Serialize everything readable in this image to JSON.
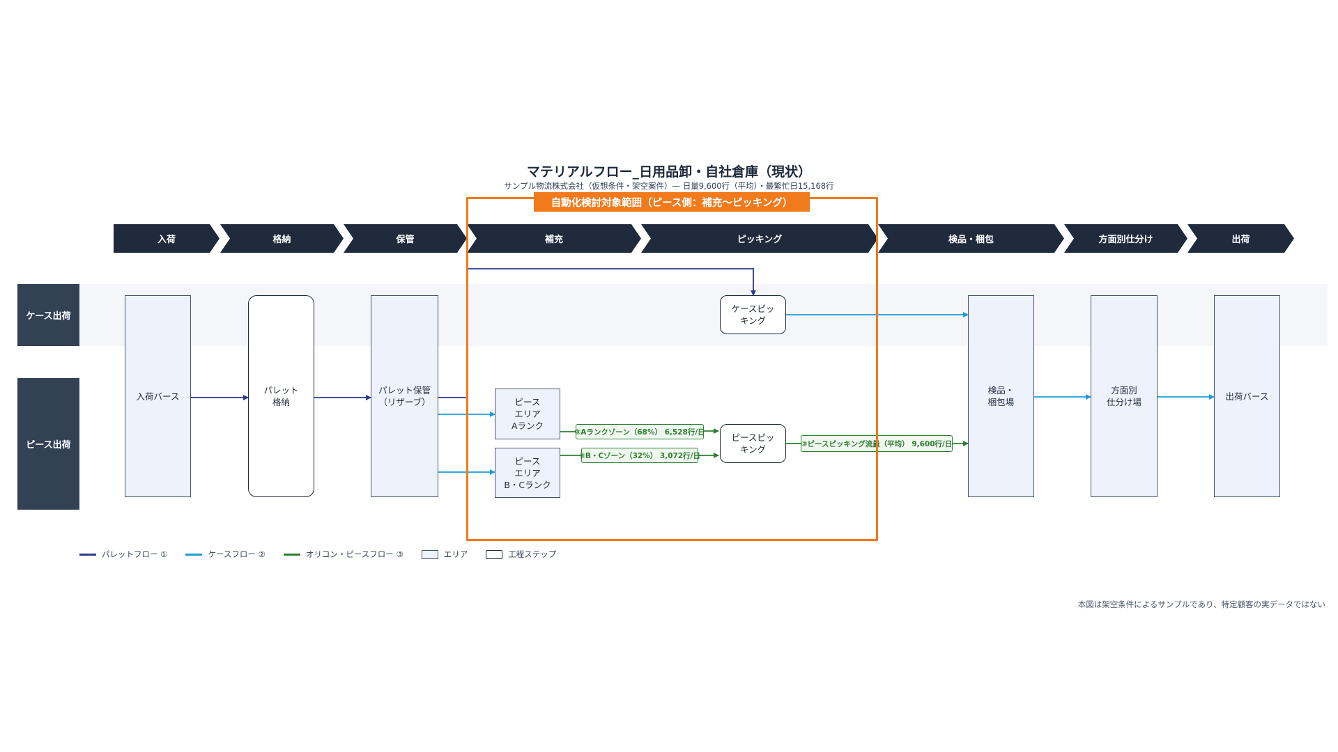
{
  "title": "マテリアルフロー_日用品卸・自社倉庫（現状）",
  "subtitle": "サンプル物流株式会社（仮想条件・架空案件）— 日量9,600行（平均）・最繁忙日15,168行",
  "scope_label": "自動化検討対象範囲（ピース側：補充〜ピッキング）",
  "phases": [
    "入荷",
    "格納",
    "保管",
    "補充",
    "ピッキング",
    "検品・梱包",
    "方面別仕分け",
    "出荷"
  ],
  "lanes": {
    "case": "ケース出荷",
    "piece": "ピース出荷"
  },
  "nodes": {
    "receiving_berth": "入荷バース",
    "pallet_putaway": "パレット\n格納",
    "pallet_storage": "パレット保管\n（リザーブ）",
    "piece_area_a": "ピース\nエリア\nAランク",
    "piece_area_bc": "ピース\nエリア\nB・Cランク",
    "case_picking": "ケースピッ\nキング",
    "piece_picking": "ピースピッ\nキング",
    "inspection_packing": "検品・\n梱包場",
    "sorting_area": "方面別\n仕分け場",
    "shipping_berth": "出荷バース"
  },
  "flow_labels": {
    "a_zone": "③Aランクゾーン（68%） 6,528行/日",
    "bc_zone": "③B・Cゾーン（32%） 3,072行/日",
    "piece_picking_volume": "③ピースピッキング流量（平均） 9,600行/日"
  },
  "legend": {
    "pallet_flow": "パレットフロー ①",
    "case_flow": "ケースフロー ②",
    "piece_flow": "オリコン・ピースフロー ③",
    "area": "エリア",
    "step": "工程ステップ"
  },
  "colors": {
    "pallet_flow": "#2a3a8c",
    "case_flow": "#1e9bd7",
    "piece_flow": "#2e7d32",
    "scope": "#f07a1c",
    "phase_bg": "#1f2a3d",
    "lane_bg": "#334155"
  },
  "footnote": "本図は架空条件によるサンプルであり、特定顧客の実データではない"
}
